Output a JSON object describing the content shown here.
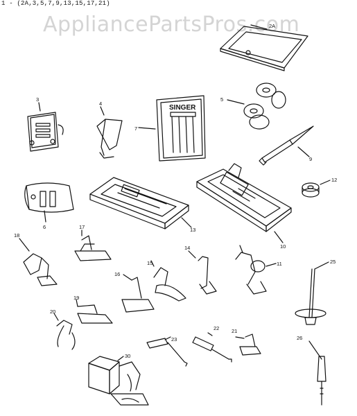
{
  "header_text": "1 - (2A,3,5,7,9,13,15,17,21)",
  "watermark": "AppliancePartsPros.com",
  "needle_pack_brand": "SINGER",
  "parts": [
    {
      "id": "2A",
      "label": "2A",
      "name": "accessory-box-lid"
    },
    {
      "id": "3",
      "label": "3",
      "name": "throat-plate"
    },
    {
      "id": "4",
      "label": "4",
      "name": "cloth-guide"
    },
    {
      "id": "5",
      "label": "5",
      "name": "bobbins"
    },
    {
      "id": "6",
      "label": "6",
      "name": "feed-cover-plate"
    },
    {
      "id": "7",
      "label": "7",
      "name": "needle-pack"
    },
    {
      "id": "9",
      "label": "9",
      "name": "seam-ripper"
    },
    {
      "id": "10",
      "label": "10",
      "name": "buttonholer"
    },
    {
      "id": "11",
      "label": "11",
      "name": "darning-foot"
    },
    {
      "id": "12",
      "label": "12",
      "name": "spool-cap"
    },
    {
      "id": "13",
      "label": "13",
      "name": "accessory-box"
    },
    {
      "id": "14",
      "label": "14",
      "name": "zipper-foot"
    },
    {
      "id": "15",
      "label": "15",
      "name": "button-foot"
    },
    {
      "id": "16",
      "label": "16",
      "name": "hemmer-foot"
    },
    {
      "id": "17",
      "label": "17",
      "name": "special-purpose-foot"
    },
    {
      "id": "18",
      "label": "18",
      "name": "overedge-foot"
    },
    {
      "id": "19",
      "label": "19",
      "name": "straight-stitch-foot"
    },
    {
      "id": "20",
      "label": "20",
      "name": "edge-guide"
    },
    {
      "id": "21",
      "label": "21",
      "name": "blind-stitch-foot"
    },
    {
      "id": "22",
      "label": "22",
      "name": "small-screwdriver"
    },
    {
      "id": "23",
      "label": "23",
      "name": "large-screwdriver"
    },
    {
      "id": "25",
      "label": "25",
      "name": "spool-pin"
    },
    {
      "id": "26",
      "label": "26",
      "name": "lint-brush"
    },
    {
      "id": "30",
      "label": "30",
      "name": "ruffler"
    }
  ]
}
